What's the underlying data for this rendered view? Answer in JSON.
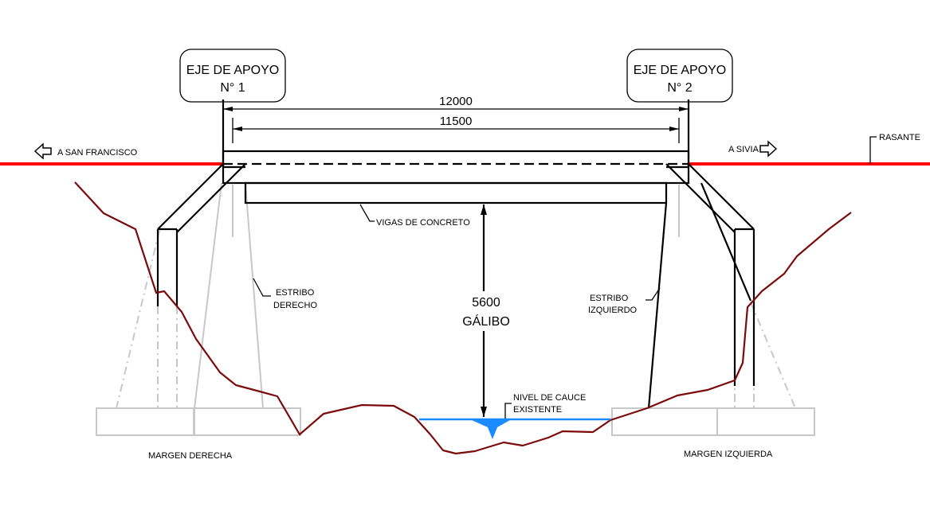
{
  "labels": {
    "axis1_line1": "EJE DE APOYO",
    "axis1_line2": "N° 1",
    "axis2_line1": "EJE DE APOYO",
    "axis2_line2": "N° 2",
    "span_total": "12000",
    "span_clear": "11500",
    "to_left": "A SAN FRANCISCO",
    "to_right": "A SIVIA",
    "grade": "RASANTE",
    "beams": "VIGAS DE CONCRETO",
    "abutment_right_l1": "ESTRIBO",
    "abutment_right_l2": "DERECHO",
    "abutment_left_l1": "ESTRIBO",
    "abutment_left_l2": "IZQUIERDO",
    "clearance_value": "5600",
    "clearance_label": "GÁLIBO",
    "water_l1": "NIVEL DE CAUCE",
    "water_l2": "EXISTENTE",
    "bank_right": "MARGEN DERECHA",
    "bank_left": "MARGEN IZQUIERDA"
  },
  "colors": {
    "road": "#ff0000",
    "terrain": "#7b0b0b",
    "water": "#1a8cff",
    "structure": "#000000",
    "hidden": "#c8c8c8"
  }
}
